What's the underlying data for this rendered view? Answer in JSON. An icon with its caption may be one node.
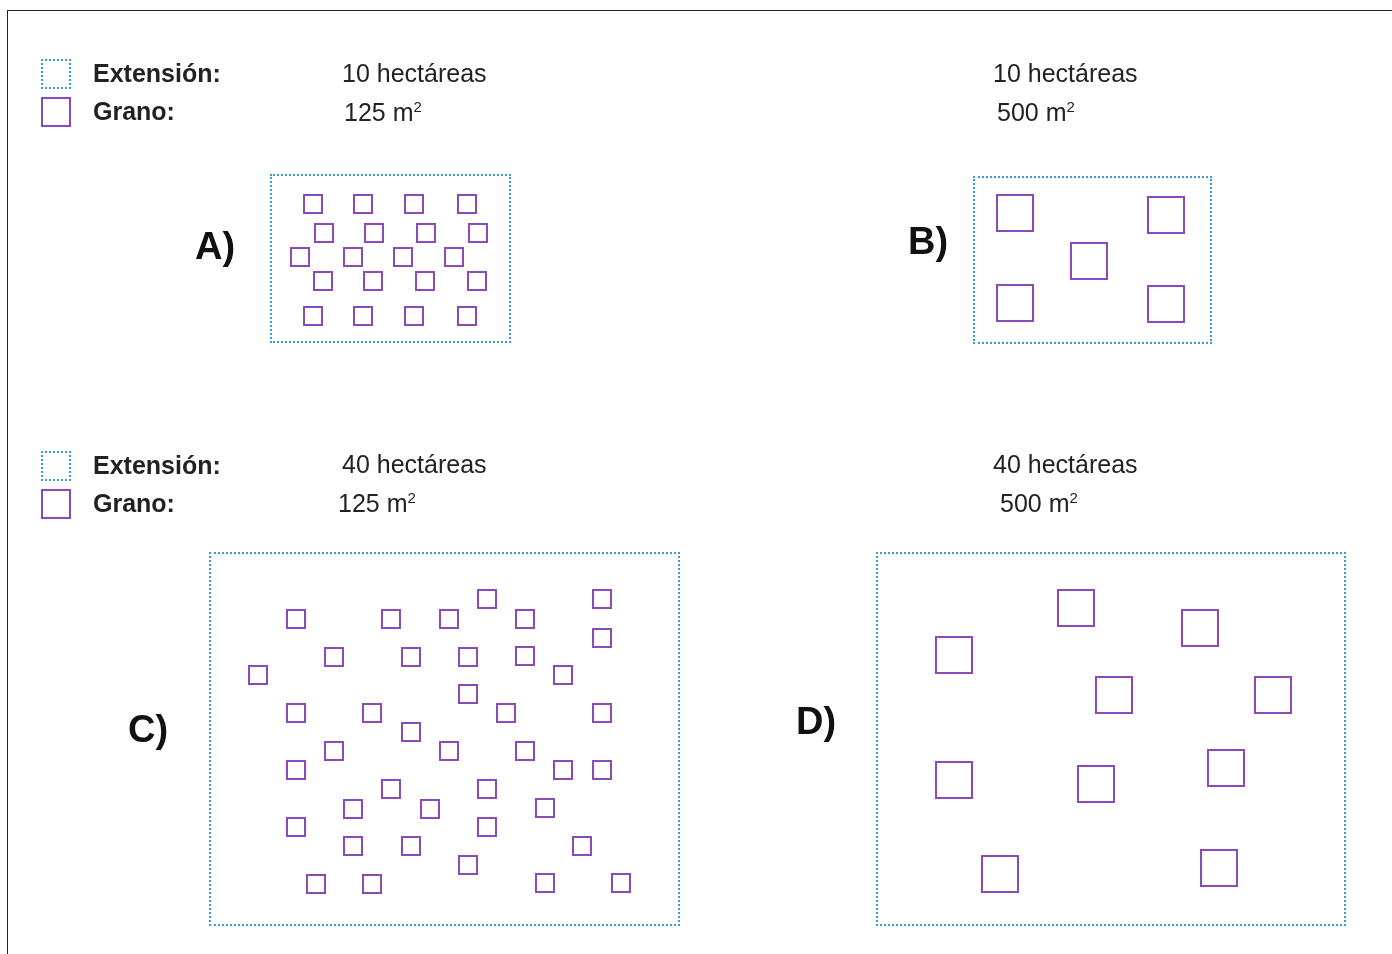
{
  "diagram": {
    "nodes": [
      {
        "text": [],
        "shape": "box",
        "beside": [
          "A)"
        ]
      },
      {
        "text": [],
        "shape": "box",
        "beside": [
          "B)"
        ]
      },
      {
        "text": [],
        "shape": "box",
        "beside": [
          "C)"
        ]
      },
      {
        "text": [],
        "shape": "box",
        "beside": [
          "D)"
        ]
      }
    ],
    "edges": [],
    "labels": [
      "10 hectáreas",
      "10 hectáreas",
      "125 m$^{2}$",
      "500 m$^{2}$",
      "40 hectáreas",
      "40 hectáreas",
      "125 m$^{2}$",
      "500 m$^{2}$"
    ],
    "legend": [
      {
        "text": "Extensión:"
      },
      {
        "text": "Grano:"
      },
      {
        "text": "Extensión:"
      },
      {
        "text": "Grano:"
      }
    ]
  }
}
